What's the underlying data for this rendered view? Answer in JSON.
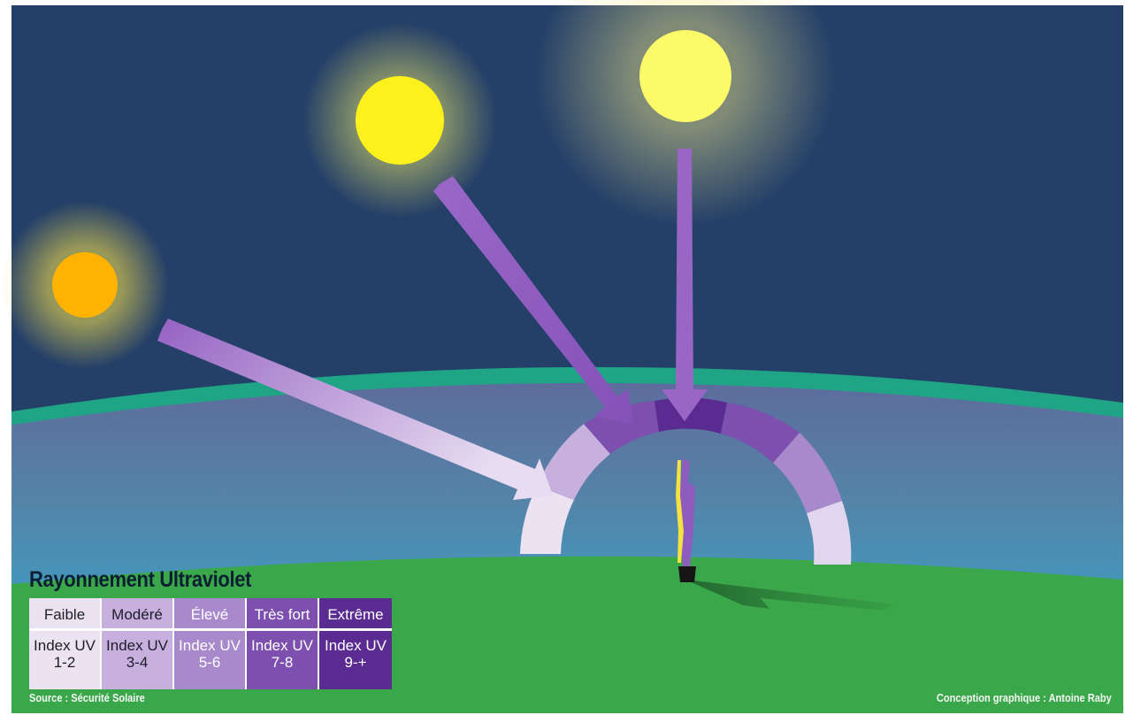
{
  "title": "Rayonnement Ultraviolet",
  "legend": [
    {
      "level": "Faible",
      "index": "Index UV",
      "range": "1-2",
      "color": "#ece3f2",
      "text": "#1d1d2a"
    },
    {
      "level": "Modéré",
      "index": "Index UV",
      "range": "3-4",
      "color": "#c7b0dd",
      "text": "#1d1d2a"
    },
    {
      "level": "Élevé",
      "index": "Index UV",
      "range": "5-6",
      "color": "#a889cc",
      "text": "#ffffff"
    },
    {
      "level": "Très fort",
      "index": "Index UV",
      "range": "7-8",
      "color": "#7d4fae",
      "text": "#ffffff"
    },
    {
      "level": "Extrême",
      "index": "Index UV",
      "range": "9-+",
      "color": "#5a2c91",
      "text": "#ffffff"
    }
  ],
  "source": "Source : Sécurité Solaire",
  "credit": "Conception graphique : Antoine Raby",
  "colors": {
    "sky": "#243f68",
    "atmosphere_rim": "#1fb08a",
    "ground": "#3aa84a",
    "sun_low": "#ffb300",
    "sun_mid": "#fcf11a",
    "sun_high": "#fdfa6a",
    "arrow": "#9a66c6"
  }
}
